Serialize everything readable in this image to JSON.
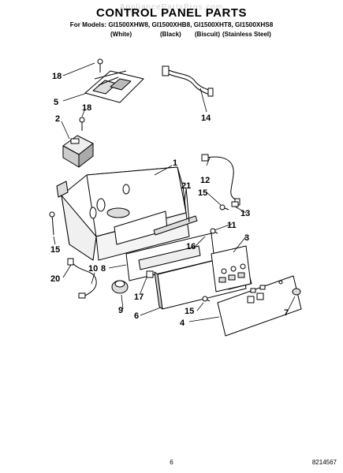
{
  "watermark": "AppliancePartsPros.com",
  "title": "CONTROL PANEL PARTS",
  "models_line": "For Models: GI1500XHW8, GI1500XHB8, GI1500XHT8, GI1500XHS8",
  "variants": [
    "(White)",
    "(Black)",
    "(Biscuit)",
    "(Stainless Steel)"
  ],
  "callouts": {
    "c18a": "18",
    "c5": "5",
    "c18b": "18",
    "c2": "2",
    "c14": "14",
    "c1": "1",
    "c12": "12",
    "c21": "21",
    "c15a": "15",
    "c13": "13",
    "c11": "11",
    "c15b": "15",
    "c3": "3",
    "c16": "16",
    "c8": "8",
    "c20": "20",
    "c10": "10",
    "c17": "17",
    "c9": "9",
    "c6": "6",
    "c15c": "15",
    "c4": "4",
    "c7": "7"
  },
  "footer": {
    "page": "6",
    "code": "8214567"
  }
}
